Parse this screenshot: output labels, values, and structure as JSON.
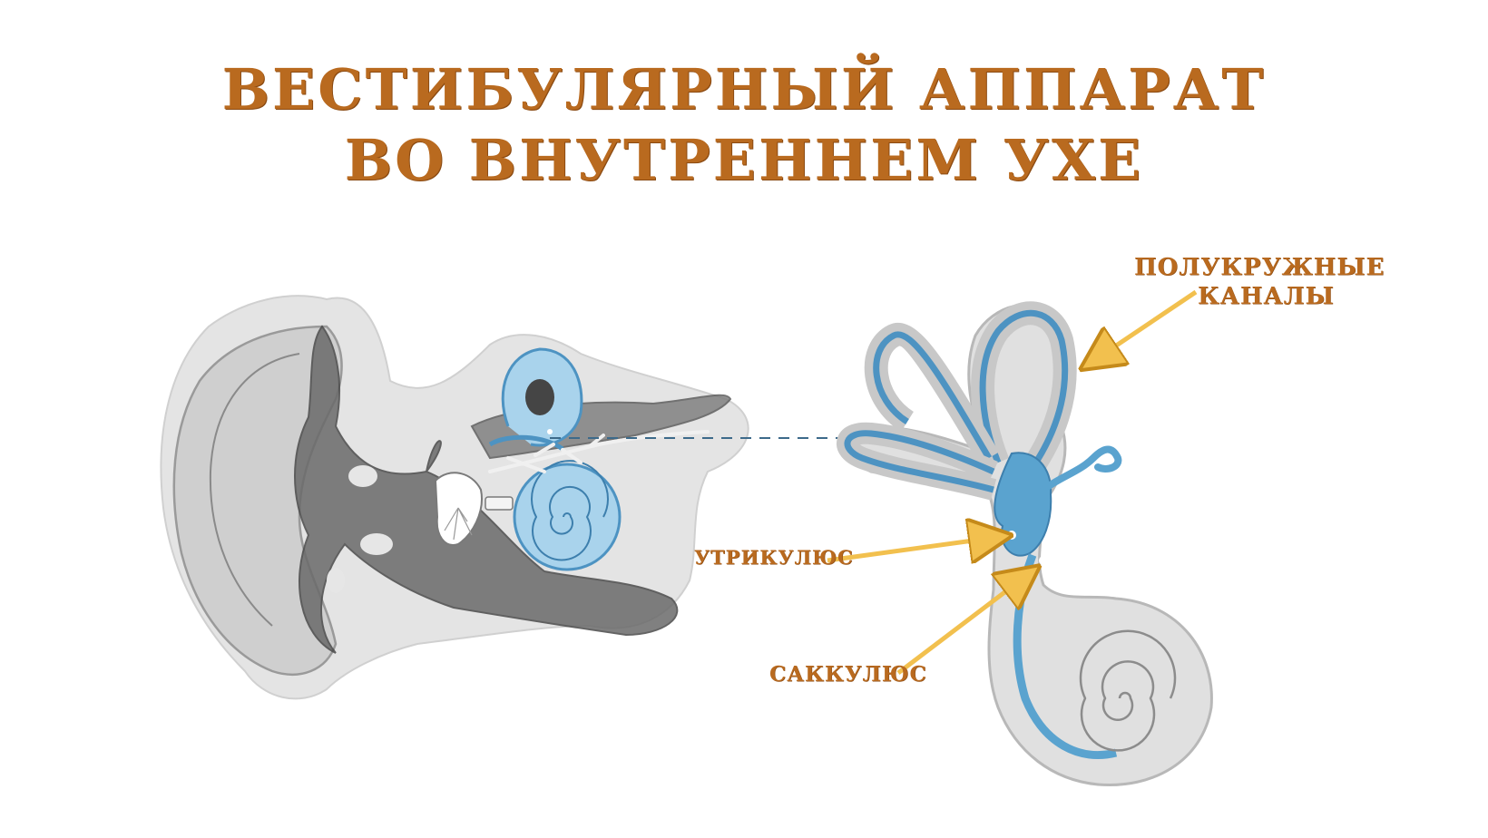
{
  "title": {
    "line1": "ВЕСТИБУЛЯРНЫЙ  АППАРАТ",
    "line2": "ВО ВНУТРЕННЕМ  УХЕ"
  },
  "labels": {
    "semicircular_canals_line1": "ПОЛУКРУЖНЫЕ",
    "semicircular_canals_line2": "КАНАЛЫ",
    "utricle": "УТРИКУЛЮС",
    "saccule": "САККУЛЮС"
  },
  "colors": {
    "accent": "#b96a1f",
    "arrow": "#f2c04e",
    "inner_ear_blue": "#5aa3cf",
    "inner_ear_fill": "#a9d3ec",
    "bone_gray": "#d6d6d6",
    "dark_gray": "#5c5c5c"
  }
}
